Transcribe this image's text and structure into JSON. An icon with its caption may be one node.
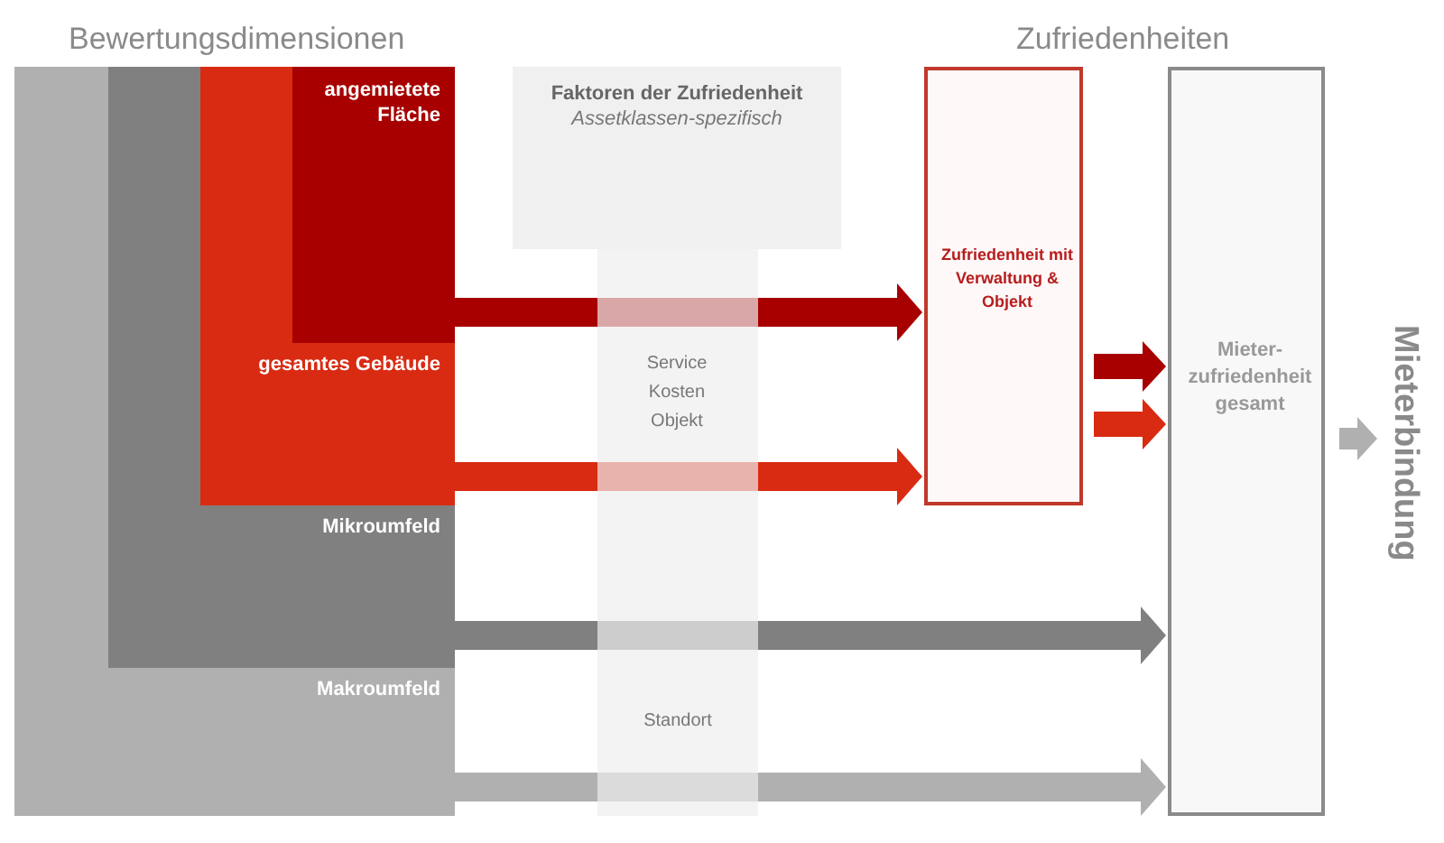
{
  "diagram": {
    "nodes": [
      {
        "text": [
          "Makroumfeld"
        ]
      },
      {
        "text": [
          "Mikroumfeld"
        ],
        "in": 0
      },
      {
        "text": [
          "gesamtes Gebäude"
        ],
        "in": 1
      },
      {
        "text": [
          "angemietete Fläche"
        ],
        "in": 2
      },
      {
        "text": [
          "Faktoren der Zufriedenheit",
          "Assetklassen-spezifisch"
        ]
      },
      {
        "text": [
          "Zufriedenheit mit Verwaltung & Objekt"
        ]
      },
      {
        "text": [
          "Mieter- zufriedenheit gesamt"
        ]
      },
      {
        "text": [
          "Mieterbindung"
        ]
      }
    ],
    "edges": [
      {
        "from": 3,
        "to": 5,
        "arrow": "to",
        "color": "#a80000"
      },
      {
        "from": 2,
        "to": 5,
        "arrow": "to",
        "color": "#d92b12"
      },
      {
        "from": 1,
        "to": 6,
        "arrow": "to",
        "color": "#808080"
      },
      {
        "from": 0,
        "to": 6,
        "arrow": "to",
        "color": "#b0b0b0"
      },
      {
        "from": 5,
        "to": 6,
        "arrow": "to",
        "color": "#a80000"
      },
      {
        "from": 5,
        "to": 6,
        "arrow": "to",
        "color": "#d92b12"
      },
      {
        "from": 6,
        "to": 7,
        "arrow": "to",
        "color": "#b0b0b0"
      }
    ],
    "labels": [
      "Bewertungsdimensionen",
      "Zufriedenheiten",
      "Service Kosten Objekt",
      "Standort"
    ]
  }
}
